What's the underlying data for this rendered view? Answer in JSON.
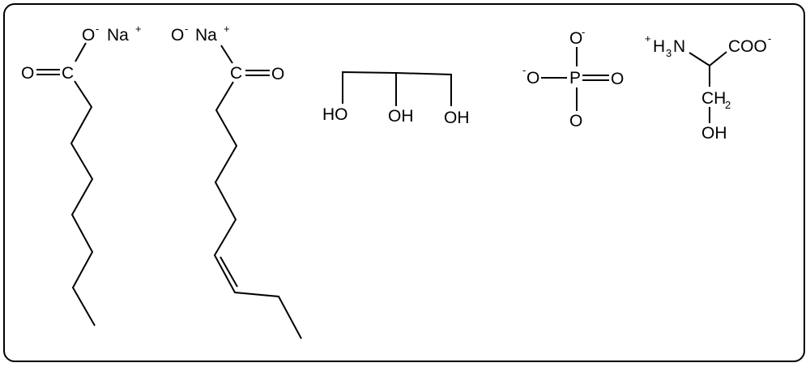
{
  "figure": {
    "description": "Chemical structures: sodium octanoate, sodium cis-unsaturated carboxylate, glycerol, phosphate ion, serine (zwitterion)",
    "border_color": "#000000",
    "background": "#ffffff"
  },
  "molecules": [
    {
      "name": "sodium-carboxylate-saturated",
      "labels": {
        "oxygen_carbonyl": "O",
        "carbon": "C",
        "oxygen_anion": "O",
        "anion_charge": "-",
        "counterion": "Na",
        "counterion_charge": "+"
      }
    },
    {
      "name": "sodium-carboxylate-unsaturated",
      "labels": {
        "oxygen_anion": "O",
        "anion_charge": "-",
        "counterion": "Na",
        "counterion_charge": "+",
        "carbon": "C",
        "oxygen_carbonyl": "O"
      },
      "double_bond": "cis"
    },
    {
      "name": "glycerol",
      "labels": {
        "oh_left": "HO",
        "oh_middle": "OH",
        "oh_right": "OH"
      }
    },
    {
      "name": "phosphate",
      "labels": {
        "o_top": "O",
        "o_top_charge": "-",
        "o_left": "O",
        "o_left_charge": "-",
        "phosphorus": "P",
        "o_right": "O",
        "o_bottom": "O"
      }
    },
    {
      "name": "serine",
      "labels": {
        "amine_charge": "+",
        "amine_h": "H",
        "amine_sub": "3",
        "amine_n": "N",
        "carboxylate": "COO",
        "carboxylate_charge": "-",
        "ch2_c": "CH",
        "ch2_sub": "2",
        "hydroxyl": "OH"
      }
    }
  ]
}
